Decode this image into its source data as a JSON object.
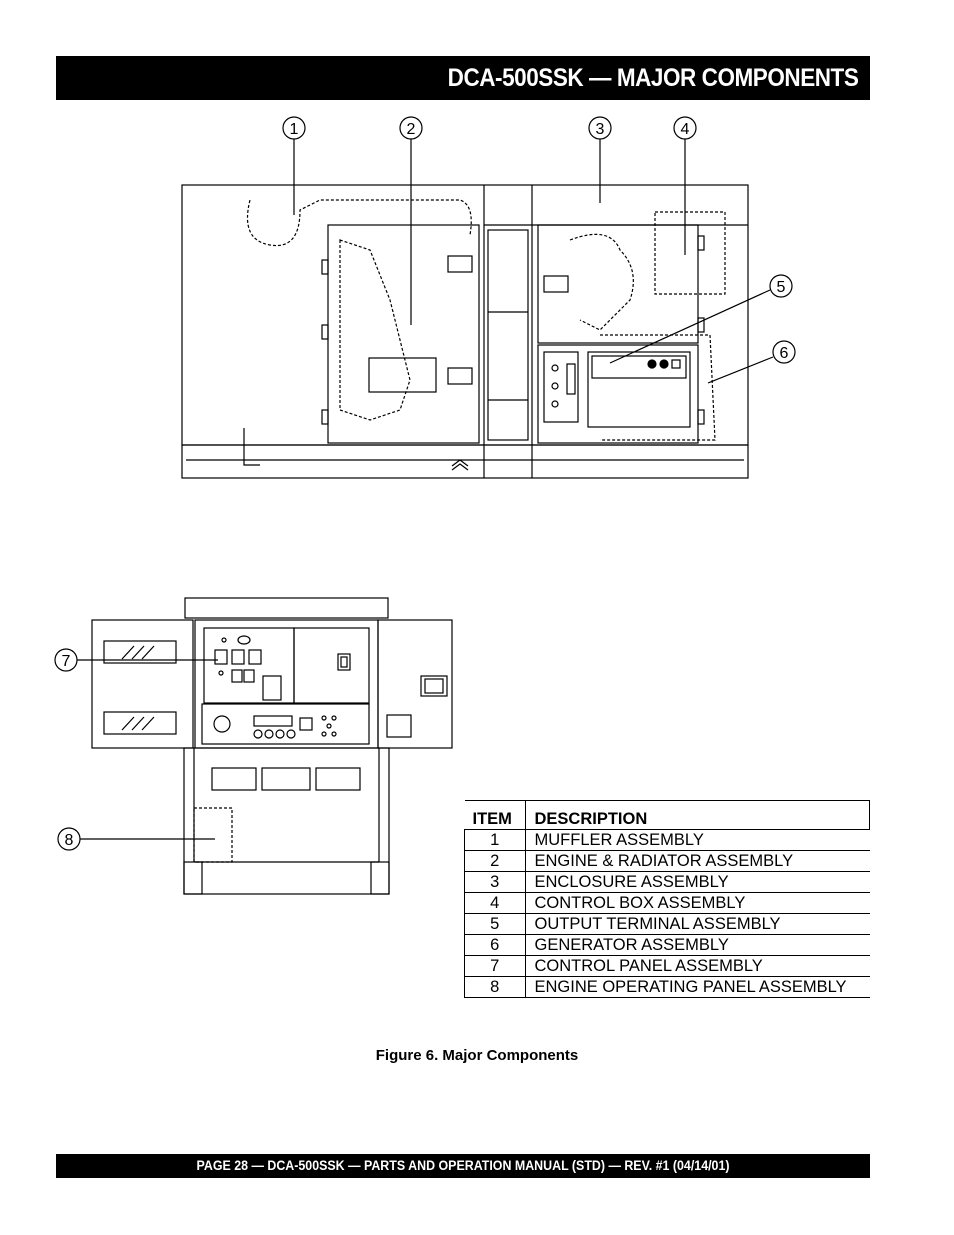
{
  "header": {
    "title": "DCA-500SSK   — MAJOR COMPONENTS"
  },
  "callouts": [
    "1",
    "2",
    "3",
    "4",
    "5",
    "6",
    "7",
    "8"
  ],
  "table": {
    "headers": [
      "ITEM",
      "DESCRIPTION"
    ],
    "rows": [
      {
        "item": "1",
        "description": "MUFFLER ASSEMBLY"
      },
      {
        "item": "2",
        "description": "ENGINE & RADIATOR ASSEMBLY"
      },
      {
        "item": "3",
        "description": "ENCLOSURE ASSEMBLY"
      },
      {
        "item": "4",
        "description": "CONTROL BOX ASSEMBLY"
      },
      {
        "item": "5",
        "description": "OUTPUT TERMINAL ASSEMBLY"
      },
      {
        "item": "6",
        "description": "GENERATOR ASSEMBLY"
      },
      {
        "item": "7",
        "description": "CONTROL PANEL ASSEMBLY"
      },
      {
        "item": "8",
        "description": "ENGINE OPERATING PANEL ASSEMBLY"
      }
    ]
  },
  "caption": "Figure 6. Major Components",
  "footer": {
    "text": "PAGE 28 — DCA-500SSK — PARTS AND OPERATION MANUAL (STD) — REV. #1  (04/14/01)"
  }
}
